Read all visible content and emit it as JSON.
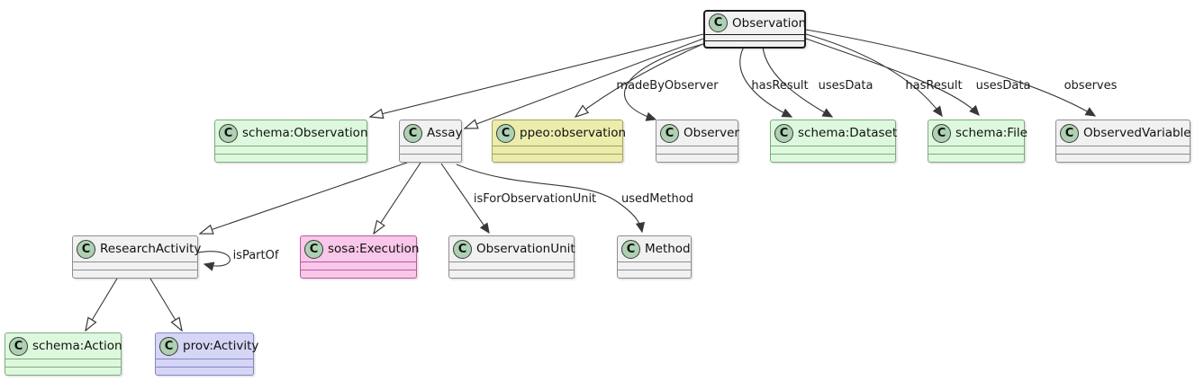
{
  "diagram": {
    "type": "uml-class-diagram",
    "main_class": "Observation"
  },
  "palette": {
    "edge": "#383838",
    "gray-fill": "#F1F1F1",
    "gray-border": "#8E8E8E",
    "green-fill": "#DDF9DD",
    "green-border": "#7FAA7F",
    "yellow-fill": "#ECECAD",
    "yellow-border": "#A3A35C",
    "pink-fill": "#F8C7E9",
    "pink-border": "#B85C9D",
    "purple-fill": "#D5D5F6",
    "purple-border": "#8585C9",
    "main-border": "#1C1C1C",
    "circle-fill": "#ADD1B2"
  },
  "icons": {
    "class_letter": "C"
  },
  "classes": [
    {
      "name": "Observation",
      "color": "gray",
      "emphasis": true
    },
    {
      "name": "schema:Observation",
      "color": "green"
    },
    {
      "name": "Assay",
      "color": "gray"
    },
    {
      "name": "ppeo:observation",
      "color": "yellow"
    },
    {
      "name": "Observer",
      "color": "gray"
    },
    {
      "name": "schema:Dataset",
      "color": "green"
    },
    {
      "name": "schema:File",
      "color": "green"
    },
    {
      "name": "ObservedVariable",
      "color": "gray"
    },
    {
      "name": "ResearchActivity",
      "color": "gray"
    },
    {
      "name": "sosa:Execution",
      "color": "pink"
    },
    {
      "name": "ObservationUnit",
      "color": "gray"
    },
    {
      "name": "Method",
      "color": "gray"
    },
    {
      "name": "schema:Action",
      "color": "green"
    },
    {
      "name": "prov:Activity",
      "color": "purple"
    }
  ],
  "edges": [
    {
      "from": "Observation",
      "to": "schema:Observation",
      "kind": "generalization",
      "label": ""
    },
    {
      "from": "Observation",
      "to": "Assay",
      "kind": "generalization",
      "label": ""
    },
    {
      "from": "Observation",
      "to": "ppeo:observation",
      "kind": "generalization",
      "label": ""
    },
    {
      "from": "Observation",
      "to": "Observer",
      "kind": "association",
      "label": "madeByObserver"
    },
    {
      "from": "Observation",
      "to": "schema:Dataset",
      "kind": "association",
      "label": "hasResult"
    },
    {
      "from": "Observation",
      "to": "schema:Dataset",
      "kind": "association",
      "label": "usesData"
    },
    {
      "from": "Observation",
      "to": "schema:File",
      "kind": "association",
      "label": "hasResult"
    },
    {
      "from": "Observation",
      "to": "schema:File",
      "kind": "association",
      "label": "usesData"
    },
    {
      "from": "Observation",
      "to": "ObservedVariable",
      "kind": "association",
      "label": "observes"
    },
    {
      "from": "Assay",
      "to": "ResearchActivity",
      "kind": "generalization",
      "label": ""
    },
    {
      "from": "Assay",
      "to": "sosa:Execution",
      "kind": "generalization",
      "label": ""
    },
    {
      "from": "Assay",
      "to": "ObservationUnit",
      "kind": "association",
      "label": "isForObservationUnit"
    },
    {
      "from": "Assay",
      "to": "Method",
      "kind": "association",
      "label": "usedMethod"
    },
    {
      "from": "ResearchActivity",
      "to": "ResearchActivity",
      "kind": "association",
      "label": "isPartOf"
    },
    {
      "from": "ResearchActivity",
      "to": "schema:Action",
      "kind": "generalization",
      "label": ""
    },
    {
      "from": "ResearchActivity",
      "to": "prov:Activity",
      "kind": "generalization",
      "label": ""
    }
  ]
}
